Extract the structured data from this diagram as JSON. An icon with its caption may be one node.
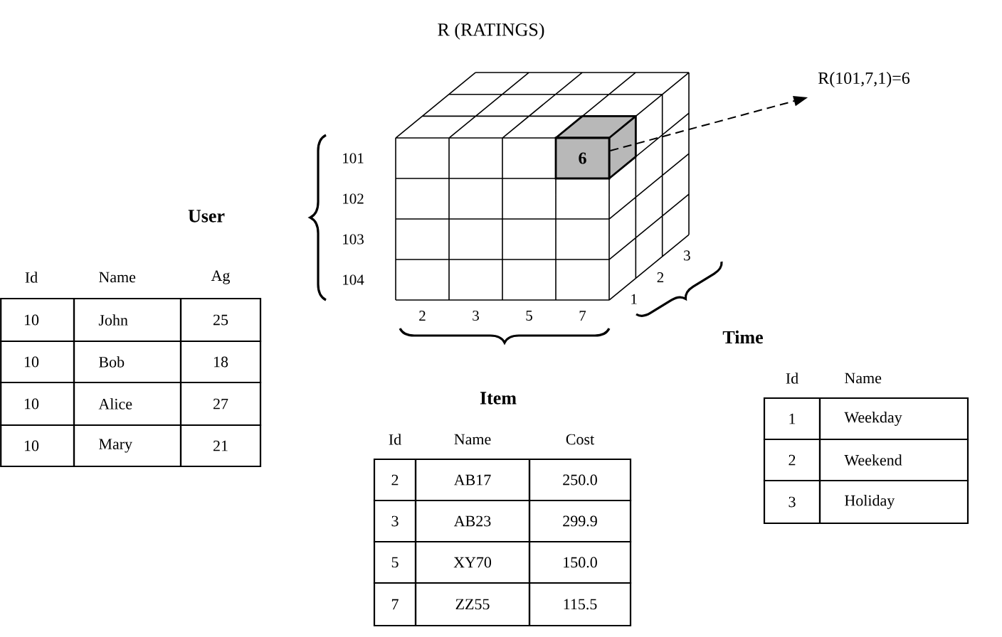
{
  "diagram": {
    "title": "R (RATINGS)",
    "nodes": [
      {
        "text": [
          "6"
        ]
      },
      {
        "text": [
          "R(101,7,1)=6"
        ]
      }
    ],
    "edges": [
      {
        "from": 0,
        "to": 1,
        "arrow": "to",
        "style": "dashed"
      }
    ],
    "labels": [
      "101",
      "102",
      "103",
      "104",
      "User",
      "2",
      "3",
      "5",
      "7",
      "1",
      "2",
      "3",
      "Time",
      "Item",
      "Id",
      "Name",
      "Ag",
      "10",
      "John",
      "25",
      "10",
      "Bob",
      "18",
      "10",
      "Alice",
      "27",
      "10",
      "Mary",
      "21",
      "Id",
      "Name",
      "Cost",
      "2",
      "AB17",
      "250.0",
      "3",
      "AB23",
      "299.9",
      "5",
      "XY70",
      "150.0",
      "7",
      "ZZ55",
      "115.5",
      "Id",
      "Name",
      "1",
      "Weekday",
      "2",
      "Weekend",
      "3",
      "Holiday"
    ]
  }
}
